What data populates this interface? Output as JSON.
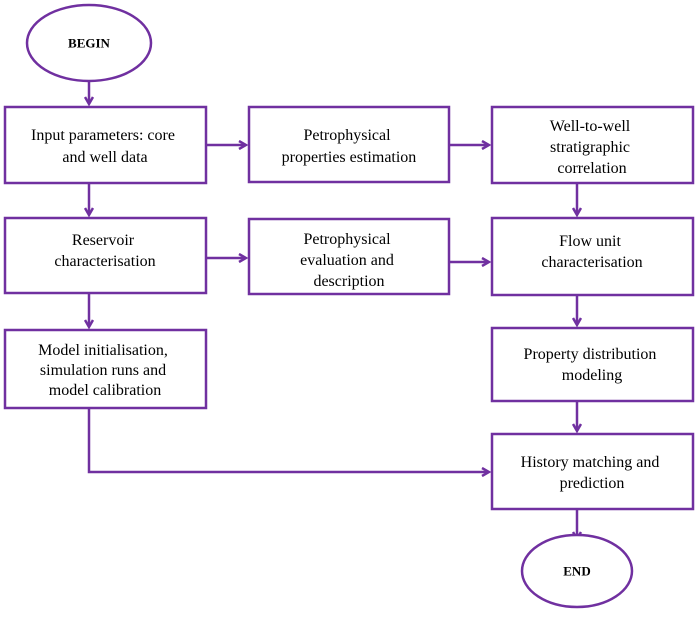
{
  "colors": {
    "stroke": "#7030a0",
    "text": "#000000",
    "background": "#ffffff"
  },
  "nodes": {
    "begin": {
      "lines": [
        "BEGIN"
      ]
    },
    "input_parameters": {
      "lines": [
        "Input parameters: core",
        "and well data"
      ]
    },
    "petrophysical_properties": {
      "lines": [
        "Petrophysical",
        "properties estimation"
      ]
    },
    "well_correlation": {
      "lines": [
        "Well-to-well",
        "stratigraphic",
        "correlation"
      ]
    },
    "reservoir_characterisation": {
      "lines": [
        "Reservoir",
        "characterisation"
      ]
    },
    "petrophysical_evaluation": {
      "lines": [
        "Petrophysical",
        "evaluation and",
        "description"
      ]
    },
    "flow_unit": {
      "lines": [
        "Flow unit",
        "characterisation"
      ]
    },
    "model_initialisation": {
      "lines": [
        "Model initialisation,",
        "simulation runs and",
        "model calibration"
      ]
    },
    "property_distribution": {
      "lines": [
        "Property distribution",
        "modeling"
      ]
    },
    "history_matching": {
      "lines": [
        "History matching and",
        "prediction"
      ]
    },
    "end": {
      "lines": [
        "END"
      ]
    }
  },
  "edges": [
    {
      "from": "begin",
      "to": "input_parameters"
    },
    {
      "from": "input_parameters",
      "to": "petrophysical_properties"
    },
    {
      "from": "petrophysical_properties",
      "to": "well_correlation"
    },
    {
      "from": "input_parameters",
      "to": "reservoir_characterisation"
    },
    {
      "from": "well_correlation",
      "to": "flow_unit"
    },
    {
      "from": "reservoir_characterisation",
      "to": "petrophysical_evaluation"
    },
    {
      "from": "petrophysical_evaluation",
      "to": "flow_unit"
    },
    {
      "from": "reservoir_characterisation",
      "to": "model_initialisation"
    },
    {
      "from": "flow_unit",
      "to": "property_distribution"
    },
    {
      "from": "property_distribution",
      "to": "history_matching"
    },
    {
      "from": "model_initialisation",
      "to": "history_matching"
    },
    {
      "from": "history_matching",
      "to": "end"
    }
  ]
}
